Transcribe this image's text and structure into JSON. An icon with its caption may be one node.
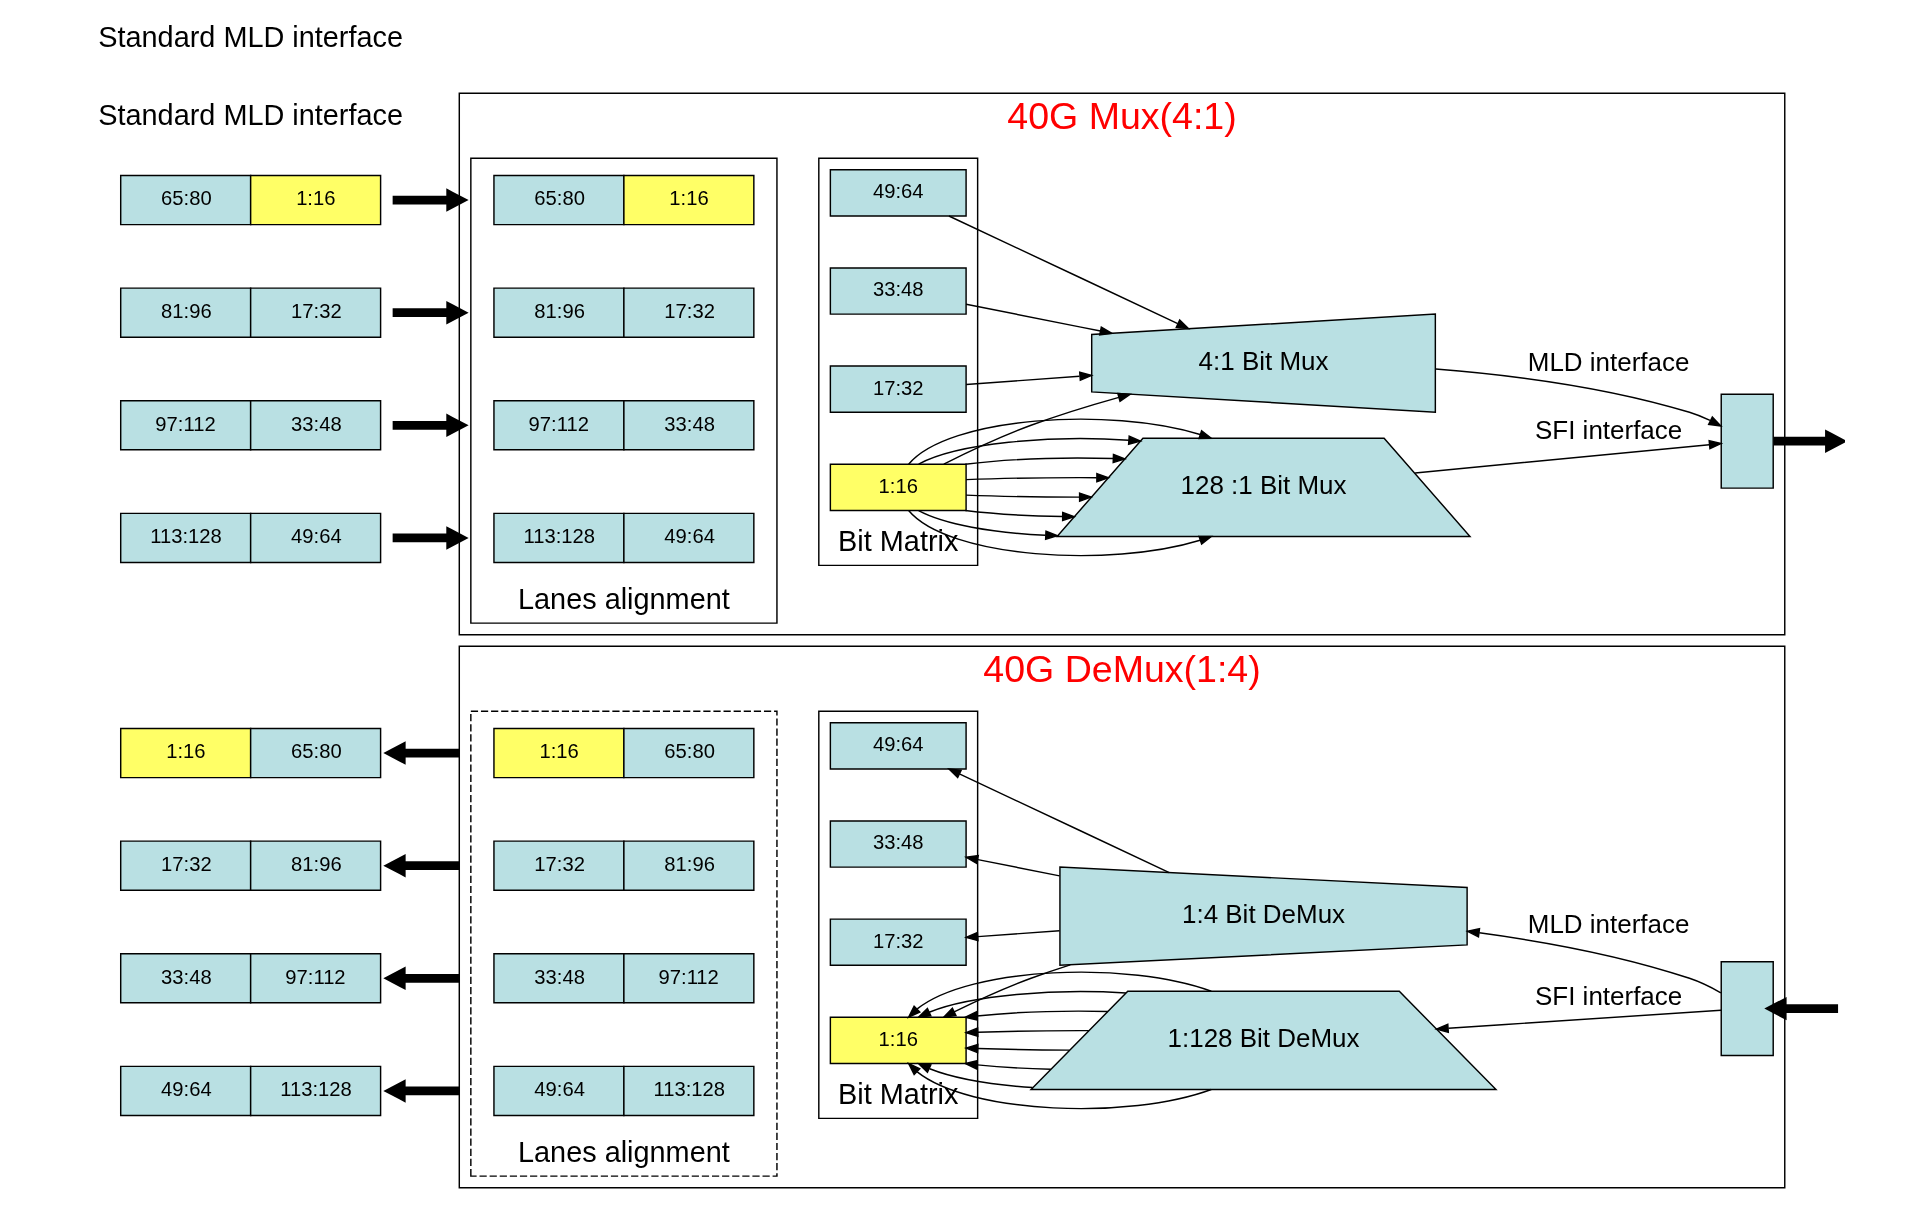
{
  "diagram": {
    "nodes": [
      {
        "text": [
          "40G Mux(4:1)"
        ]
      },
      {
        "text": [
          "65:80",
          "1:16"
        ]
      },
      {
        "text": [
          "81:96",
          "17:32"
        ]
      },
      {
        "text": [
          "97:112",
          "33:48"
        ]
      },
      {
        "text": [
          "113:128",
          "49:64"
        ]
      },
      {
        "text": [
          "Lanes alignment"
        ],
        "in": 0
      },
      {
        "text": [
          "65:80",
          "1:16"
        ],
        "in": 5
      },
      {
        "text": [
          "81:96",
          "17:32"
        ],
        "in": 5
      },
      {
        "text": [
          "97:112",
          "33:48"
        ],
        "in": 5
      },
      {
        "text": [
          "113:128",
          "49:64"
        ],
        "in": 5
      },
      {
        "text": [
          "Bit Matrix"
        ],
        "in": 0
      },
      {
        "text": [
          "1:16"
        ],
        "in": 10
      },
      {
        "text": [
          "17:32"
        ],
        "in": 10
      },
      {
        "text": [
          "33:48"
        ],
        "in": 10
      },
      {
        "text": [
          "49:64"
        ],
        "in": 10
      },
      {
        "text": [
          "128 :1 Bit Mux"
        ],
        "in": 0
      },
      {
        "text": [
          "4:1 Bit Mux"
        ],
        "in": 0
      },
      {
        "text": [],
        "shape": "box",
        "in": 0
      },
      {
        "text": [
          "40G DeMux(1:4)"
        ]
      },
      {
        "text": [
          "1:16",
          "65:80"
        ]
      },
      {
        "text": [
          "17:32",
          "81:96"
        ]
      },
      {
        "text": [
          "33:48",
          "97:112"
        ]
      },
      {
        "text": [
          "49:64",
          "113:128"
        ]
      },
      {
        "text": [
          "Lanes alignment"
        ],
        "in": 18
      },
      {
        "text": [
          "1:16",
          "65:80"
        ],
        "in": 23
      },
      {
        "text": [
          "17:32",
          "81:96"
        ],
        "in": 23
      },
      {
        "text": [
          "33:48",
          "97:112"
        ],
        "in": 23
      },
      {
        "text": [
          "49:64",
          "113:128"
        ],
        "in": 23
      },
      {
        "text": [
          "Bit Matrix"
        ],
        "in": 18
      },
      {
        "text": [
          "1:16"
        ],
        "in": 28
      },
      {
        "text": [
          "17:32"
        ],
        "in": 28
      },
      {
        "text": [
          "33:48"
        ],
        "in": 28
      },
      {
        "text": [
          "49:64"
        ],
        "in": 28
      },
      {
        "text": [
          "1:128 Bit DeMux"
        ],
        "in": 18
      },
      {
        "text": [
          "1:4 Bit DeMux"
        ],
        "in": 18
      },
      {
        "text": [],
        "shape": "box",
        "in": 18
      }
    ],
    "edges": [
      {
        "from": 1,
        "to": 0,
        "arrow": "to",
        "style": "thick"
      },
      {
        "from": 2,
        "to": 0,
        "arrow": "to",
        "style": "thick"
      },
      {
        "from": 3,
        "to": 0,
        "arrow": "to",
        "style": "thick"
      },
      {
        "from": 4,
        "to": 0,
        "arrow": "to",
        "style": "thick"
      },
      {
        "from": 11,
        "to": 15,
        "arrow": "to"
      },
      {
        "from": 11,
        "to": 15,
        "arrow": "to"
      },
      {
        "from": 11,
        "to": 15,
        "arrow": "to"
      },
      {
        "from": 11,
        "to": 15,
        "arrow": "to"
      },
      {
        "from": 11,
        "to": 15,
        "arrow": "to"
      },
      {
        "from": 11,
        "to": 15,
        "arrow": "to"
      },
      {
        "from": 11,
        "to": 15,
        "arrow": "to"
      },
      {
        "from": 11,
        "to": 15,
        "arrow": "to"
      },
      {
        "from": 11,
        "to": 16,
        "arrow": "to"
      },
      {
        "from": 12,
        "to": 16,
        "arrow": "to"
      },
      {
        "from": 13,
        "to": 16,
        "arrow": "to"
      },
      {
        "from": 14,
        "to": 16,
        "arrow": "to"
      },
      {
        "from": 15,
        "to": 17,
        "arrow": "to",
        "label": "SFI interface"
      },
      {
        "from": 16,
        "to": 17,
        "arrow": "to",
        "label": "MLD interface"
      },
      {
        "from": 17,
        "to": null,
        "arrow": "to",
        "style": "thick"
      },
      {
        "from": null,
        "to": 35,
        "arrow": "to",
        "style": "thick"
      },
      {
        "from": 35,
        "to": 34,
        "arrow": "to",
        "label": "MLD interface"
      },
      {
        "from": 35,
        "to": 33,
        "arrow": "to",
        "label": "SFI interface"
      },
      {
        "from": 33,
        "to": 29,
        "arrow": "to"
      },
      {
        "from": 33,
        "to": 29,
        "arrow": "to"
      },
      {
        "from": 33,
        "to": 29,
        "arrow": "to"
      },
      {
        "from": 33,
        "to": 29,
        "arrow": "to"
      },
      {
        "from": 33,
        "to": 29,
        "arrow": "to"
      },
      {
        "from": 33,
        "to": 29,
        "arrow": "to"
      },
      {
        "from": 33,
        "to": 29,
        "arrow": "to"
      },
      {
        "from": 33,
        "to": 29,
        "arrow": "to"
      },
      {
        "from": 34,
        "to": 29,
        "arrow": "to"
      },
      {
        "from": 34,
        "to": 30,
        "arrow": "to"
      },
      {
        "from": 34,
        "to": 31,
        "arrow": "to"
      },
      {
        "from": 34,
        "to": 32,
        "arrow": "to"
      },
      {
        "from": 18,
        "to": 19,
        "arrow": "to",
        "style": "thick"
      },
      {
        "from": 18,
        "to": 20,
        "arrow": "to",
        "style": "thick"
      },
      {
        "from": 18,
        "to": 21,
        "arrow": "to",
        "style": "thick"
      },
      {
        "from": 18,
        "to": 22,
        "arrow": "to",
        "style": "thick"
      }
    ],
    "labels": [
      "Standard MLD interface",
      "Standard MLD interface"
    ]
  }
}
